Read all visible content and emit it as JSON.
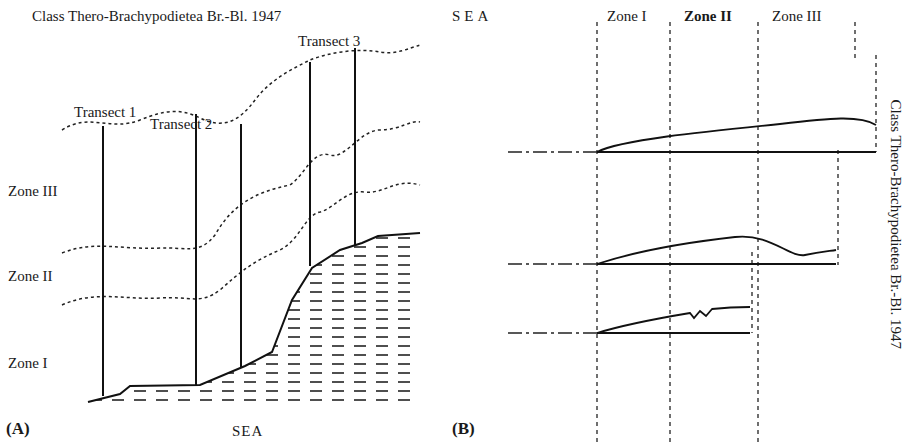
{
  "diagram": {
    "labels": [
      "Class Thero-Brachypodietea Br.-Bl. 1947",
      "Transect 1",
      "Transect 2",
      "Transect 3",
      "Zone III",
      "Zone II",
      "Zone I",
      "(A)",
      "SEA",
      "SEA",
      "Zone I",
      "Zone II",
      "Zone III",
      "(B)",
      "Class Thero-Brachypodietea Br.-Bl. 1947"
    ]
  }
}
